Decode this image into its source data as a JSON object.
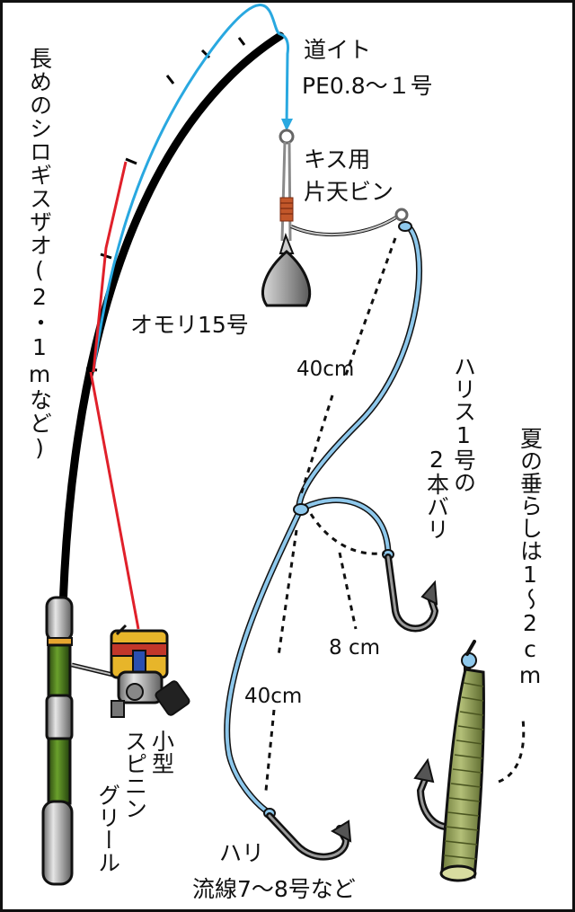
{
  "labels": {
    "rod": "長めのシロギスザオ(2・1mなど)",
    "main_line_1": "道イト",
    "main_line_2": "PE0.8～１号",
    "tenbin_1": "キス用",
    "tenbin_2": "片天ビン",
    "sinker": "オモリ15号",
    "len_upper": "40cm",
    "leader": "ハリス1号の",
    "hooks": "2本バリ",
    "branch": "8 cm",
    "len_lower": "40cm",
    "reel": "小型スピニングリール",
    "hook_1": "ハリ",
    "hook_2": "流線7～8号など",
    "bait": "夏の垂らしは1～2cm"
  },
  "colors": {
    "rod": "#000000",
    "main_line": "#29a8e0",
    "red_line": "#e0202a",
    "leader": "#8ec8ec",
    "tenbin_wire": "#8a8a8a",
    "sinker": "#9a9a9a",
    "worm": "#8f9f5a",
    "reel_gold": "#e7b52a",
    "handle_green": "#4d7d1f"
  }
}
